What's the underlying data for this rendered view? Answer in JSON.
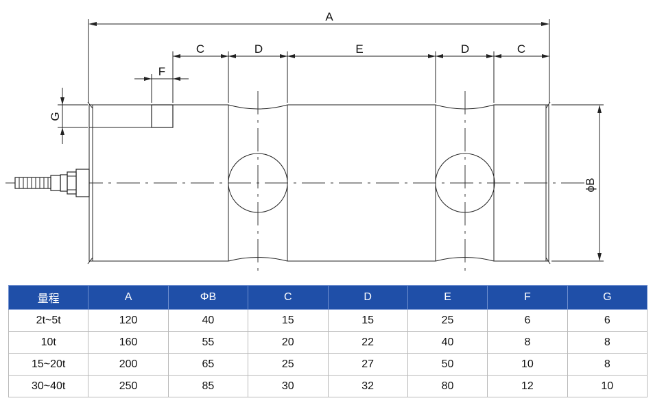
{
  "diagram": {
    "dimension_labels": {
      "A": "A",
      "C_left": "C",
      "D_left": "D",
      "E": "E",
      "D_right": "D",
      "C_right": "C",
      "F": "F",
      "G": "G",
      "PhiB": "ϕB"
    }
  },
  "table": {
    "headers": [
      "量程",
      "A",
      "ΦB",
      "C",
      "D",
      "E",
      "F",
      "G"
    ],
    "rows": [
      [
        "2t~5t",
        "120",
        "40",
        "15",
        "15",
        "25",
        "6",
        "6"
      ],
      [
        "10t",
        "160",
        "55",
        "20",
        "22",
        "40",
        "8",
        "8"
      ],
      [
        "15~20t",
        "200",
        "65",
        "25",
        "27",
        "50",
        "10",
        "8"
      ],
      [
        "30~40t",
        "250",
        "85",
        "30",
        "32",
        "80",
        "12",
        "10"
      ]
    ]
  },
  "colors": {
    "header_bg": "#1f4fa8",
    "header_text": "#ffffff"
  }
}
